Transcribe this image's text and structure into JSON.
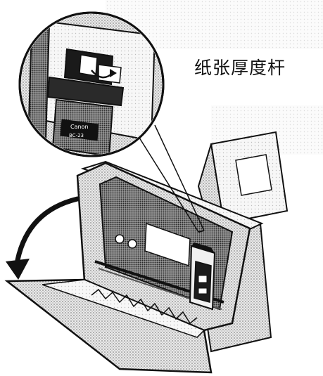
{
  "callout": {
    "label": "纸张厚度杆"
  },
  "printer_badge": {
    "line1": "Canon",
    "line2": "BC-23"
  },
  "colors": {
    "ink": "#1a1a1a",
    "halftone": "#b8b8b8",
    "paper": "#ffffff"
  }
}
